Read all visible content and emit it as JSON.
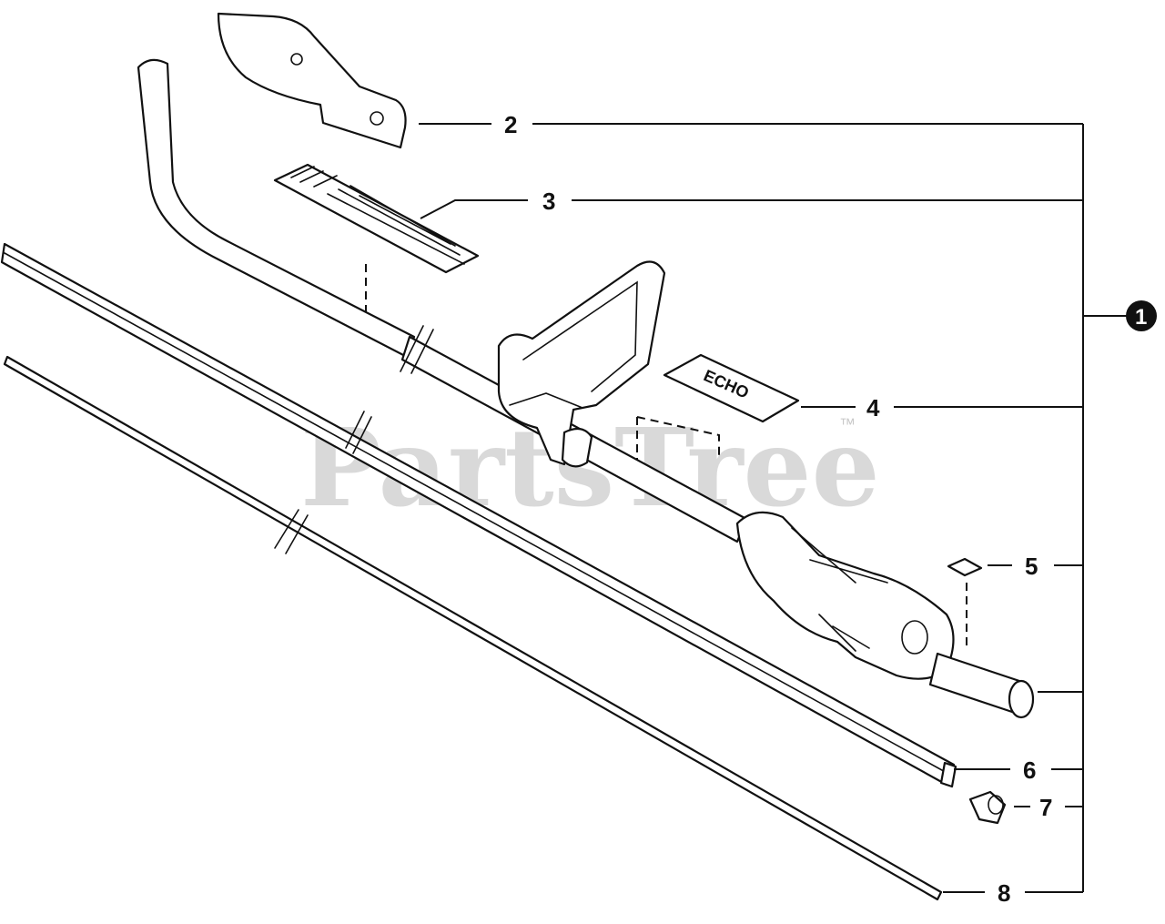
{
  "watermark": {
    "text": "PartsTree",
    "trademark": "™"
  },
  "assembly": {
    "number": "1"
  },
  "callouts": [
    {
      "id": "2",
      "label": "2"
    },
    {
      "id": "3",
      "label": "3"
    },
    {
      "id": "4",
      "label": "4"
    },
    {
      "id": "5",
      "label": "5"
    },
    {
      "id": "6",
      "label": "6"
    },
    {
      "id": "7",
      "label": "7"
    },
    {
      "id": "8",
      "label": "8"
    }
  ],
  "decal": {
    "brand": "ECHO"
  }
}
